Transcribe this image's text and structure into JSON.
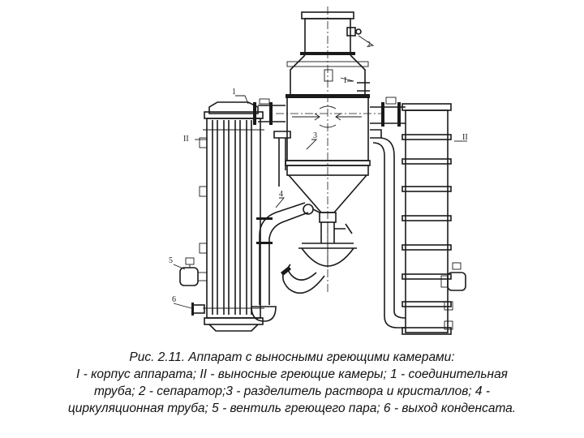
{
  "figure": {
    "labels": {
      "l1": "1",
      "l2": "2",
      "l3": "3",
      "l4": "4",
      "l5": "5",
      "l6": "6",
      "lI": "I",
      "lII_left": "II",
      "lII_right": "II"
    }
  },
  "caption": {
    "line1": "Рис. 2.11. Аппарат с выносными греющими камерами:",
    "line2": "I - корпус аппарата; II - выносные греющие камеры; 1 - соединительная",
    "line3": "труба; 2 - сепаратор;3 - разделитель раствора и  кристаллов; 4 -",
    "line4": "циркуляционная труба; 5 - вентиль греющего пара; 6 - выход конденсата."
  }
}
